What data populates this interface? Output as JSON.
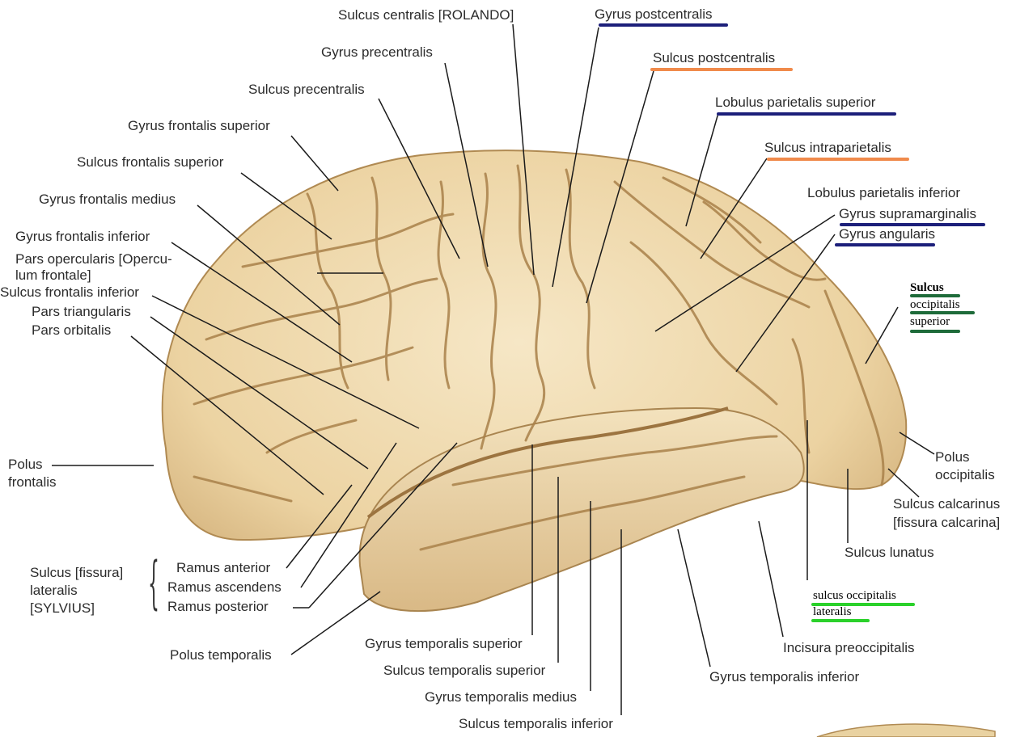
{
  "colors": {
    "label_text": "#2b2b2b",
    "leader_line": "#1a1a1a",
    "brain_fill": "#efd9ac",
    "brain_shadow": "#c9a86e",
    "sulcus_line": "#a07b45",
    "underline_navy": "#1c1f7a",
    "underline_orange": "#f08a4b",
    "underline_dark_green": "#1e6b3a",
    "underline_bright_green": "#2bd12b"
  },
  "labels": {
    "sulcus_centralis": "Sulcus centralis [ROLANDO]",
    "gyrus_postcentralis": "Gyrus postcentralis",
    "gyrus_precentralis": "Gyrus precentralis",
    "sulcus_postcentralis": "Sulcus postcentralis",
    "sulcus_precentralis": "Sulcus precentralis",
    "lobulus_parietalis_superior": "Lobulus parietalis superior",
    "gyrus_frontalis_superior": "Gyrus frontalis superior",
    "sulcus_intraparietalis": "Sulcus intraparietalis",
    "sulcus_frontalis_superior": "Sulcus frontalis superior",
    "lobulus_parietalis_inferior": "Lobulus parietalis inferior",
    "gyrus_frontalis_medius": "Gyrus frontalis medius",
    "gyrus_supramarginalis": "Gyrus supramarginalis",
    "gyrus_angularis": "Gyrus angularis",
    "gyrus_frontalis_inferior": "Gyrus frontalis inferior",
    "pars_opercularis_1": "Pars opercularis [Opercu-",
    "pars_opercularis_2": "lum frontale]",
    "sulcus_frontalis_inferior": "Sulcus frontalis inferior",
    "pars_triangularis": "Pars triangularis",
    "pars_orbitalis": "Pars orbitalis",
    "sulcus_occipitalis_superior_1": "Sulcus",
    "sulcus_occipitalis_superior_2": "occipitalis",
    "sulcus_occipitalis_superior_3": "superior",
    "polus_frontalis_1": "Polus",
    "polus_frontalis_2": "frontalis",
    "polus_occipitalis_1": "Polus",
    "polus_occipitalis_2": "occipitalis",
    "sulcus_calcarinus_1": "Sulcus calcarinus",
    "sulcus_calcarinus_2": "[fissura calcarina]",
    "sulcus_lunatus": "Sulcus lunatus",
    "sulcus_lateralis_1": "Sulcus [fissura]",
    "sulcus_lateralis_2": "lateralis",
    "sulcus_lateralis_3": "[SYLVIUS]",
    "ramus_anterior": "Ramus anterior",
    "ramus_ascendens": "Ramus ascendens",
    "ramus_posterior": "Ramus posterior",
    "sulcus_occipitalis_lateralis_1": "sulcus occipitalis",
    "sulcus_occipitalis_lateralis_2": "lateralis",
    "polus_temporalis": "Polus temporalis",
    "gyrus_temporalis_superior": "Gyrus temporalis superior",
    "incisura_preoccipitalis": "Incisura preoccipitalis",
    "sulcus_temporalis_superior": "Sulcus temporalis superior",
    "gyrus_temporalis_inferior": "Gyrus temporalis inferior",
    "gyrus_temporalis_medius": "Gyrus temporalis medius",
    "sulcus_temporalis_inferior": "Sulcus temporalis inferior"
  }
}
